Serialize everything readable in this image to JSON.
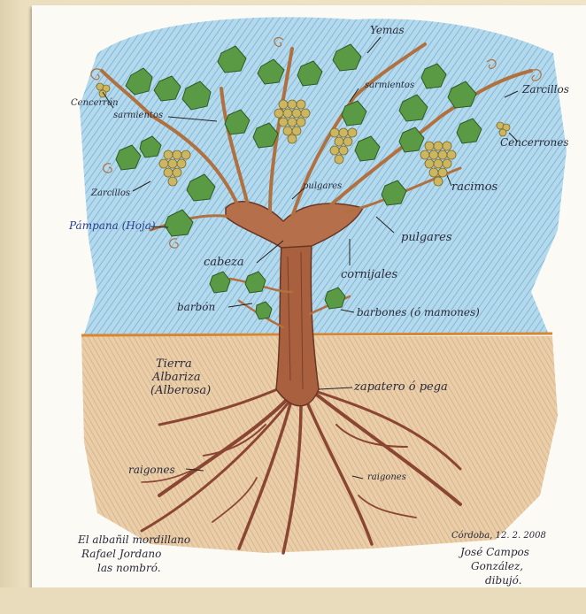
{
  "labels": {
    "yemas": "Yemas",
    "sarmientos_right": "sarmientos",
    "zarcillos_right": "Zarcillos",
    "cencerron": "Cencerrón",
    "sarmientos_left": "sarmientos",
    "cencerrones": "Cencerrones",
    "zarcillos_left": "Zarcillos",
    "pulgares_top": "pulgares",
    "racimos": "racimos",
    "pampana": "Pámpana (Hoja)",
    "pulgares_right": "pulgares",
    "cabeza": "cabeza",
    "cornijales": "cornijales",
    "barbon": "barbón",
    "barbones": "barbones (ó mamones)",
    "tierra_1": "Tierra",
    "tierra_2": "Albariza",
    "tierra_3": "(Alberosa)",
    "zapatero": "zapatero ó pega",
    "raigones_left": "raigones",
    "raigones_right": "raigones"
  },
  "credits": {
    "left_1": "El albañil mordillano",
    "left_2": "Rafael Jordano",
    "left_3": "las nombró.",
    "right_1": "Córdoba, 12. 2. 2008",
    "right_2": "José Campos",
    "right_3": "González,",
    "right_4": "dibujó."
  },
  "colors": {
    "sky": "#8fc4df",
    "soil": "#e0b98c",
    "trunk": "#9c5a3a",
    "leaf": "#4f8a3a",
    "grape": "#c7b15a",
    "ground_line": "#d9862f"
  }
}
